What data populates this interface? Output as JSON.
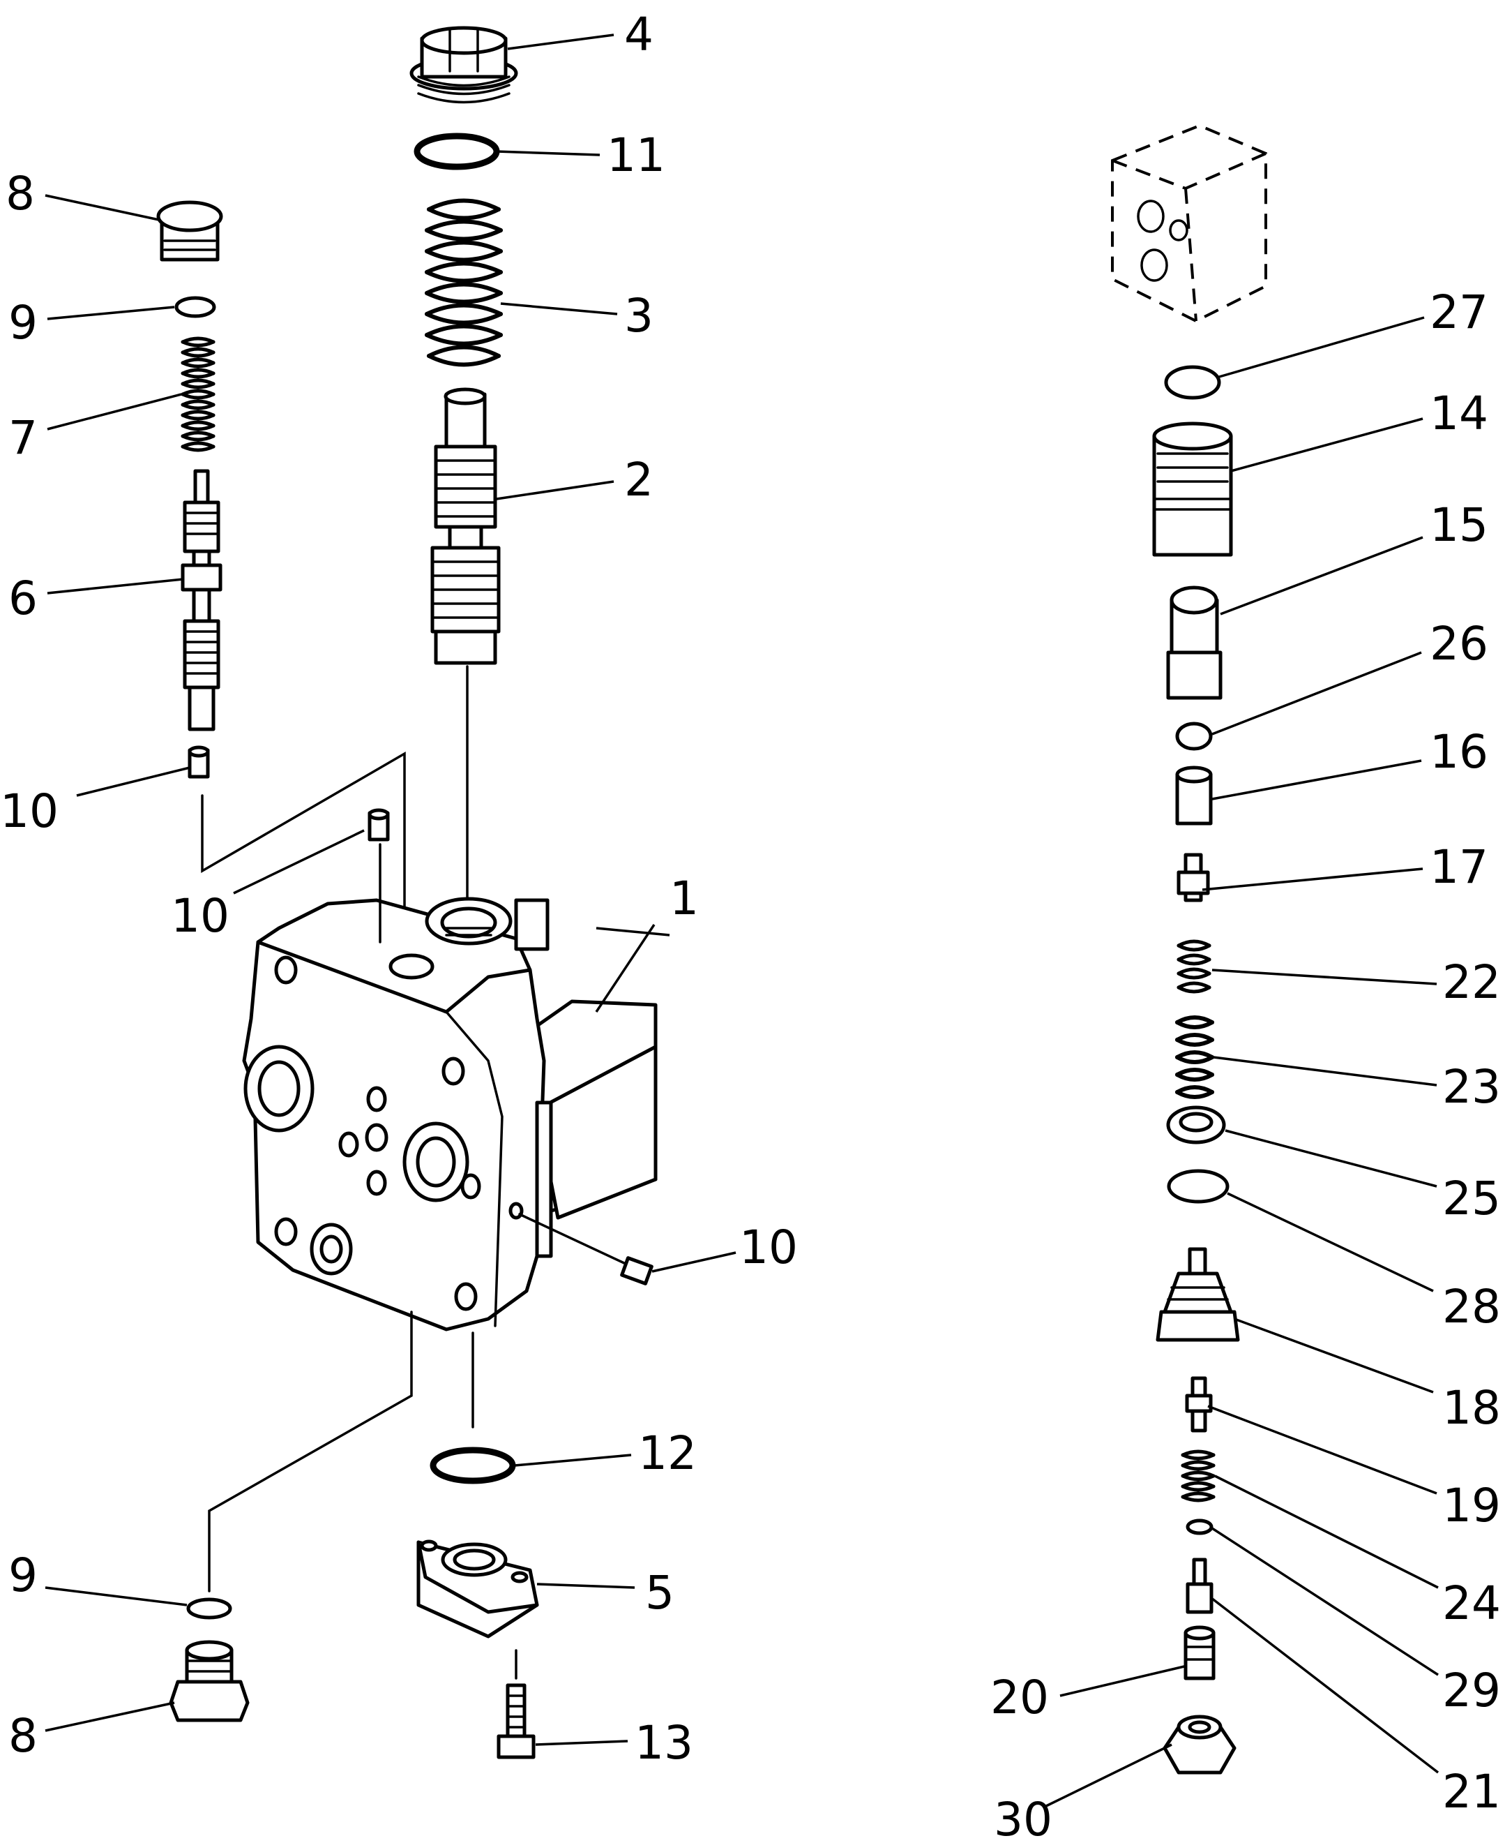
{
  "callouts": {
    "c1": "1",
    "c2": "2",
    "c3": "3",
    "c4": "4",
    "c5": "5",
    "c6": "6",
    "c7": "7",
    "c8a": "8",
    "c8b": "8",
    "c9a": "9",
    "c9b": "9",
    "c10a": "10",
    "c10b": "10",
    "c10c": "10",
    "c11": "11",
    "c12": "12",
    "c13": "13",
    "c14": "14",
    "c15": "15",
    "c16": "16",
    "c17": "17",
    "c18": "18",
    "c19": "19",
    "c20": "20",
    "c21": "21",
    "c22": "22",
    "c23": "23",
    "c24": "24",
    "c25": "25",
    "c26": "26",
    "c27": "27",
    "c28": "28",
    "c29": "29",
    "c30": "30"
  }
}
